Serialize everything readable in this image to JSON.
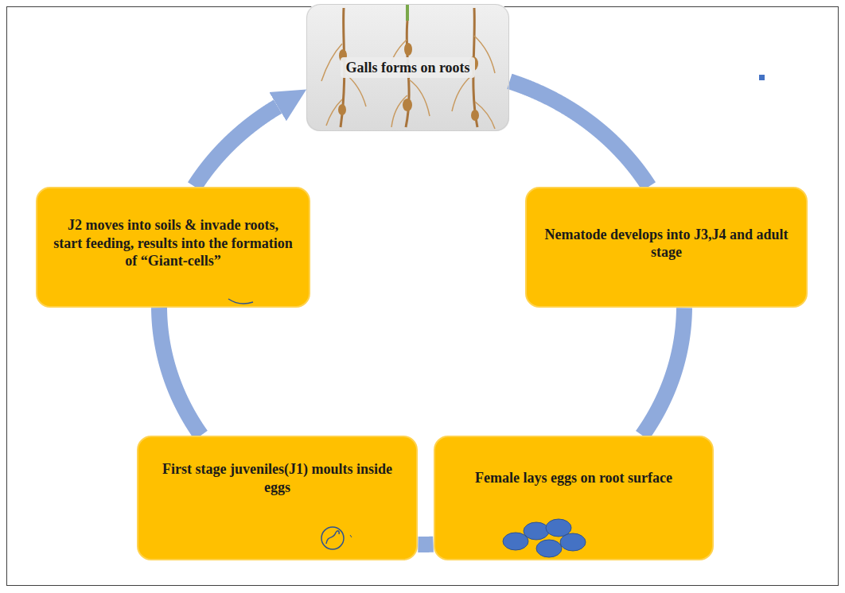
{
  "diagram": {
    "nodes": [
      {
        "text": [
          "Galls forms on roots"
        ]
      },
      {
        "text": [
          "Nematode develops into J3,J4 and adult stage"
        ]
      },
      {
        "text": [
          "Female lays eggs on root surface"
        ]
      },
      {
        "text": [
          "First stage juveniles(J1) moults inside eggs"
        ]
      },
      {
        "text": [
          "J2 moves into soils & invade roots, start feeding, results into the formation of “Giant-cells”"
        ]
      }
    ],
    "edges": [
      {
        "from": 0,
        "to": 1,
        "arrow": "none"
      },
      {
        "from": 1,
        "to": 2,
        "arrow": "none"
      },
      {
        "from": 2,
        "to": 3,
        "arrow": "none"
      },
      {
        "from": 3,
        "to": 4,
        "arrow": "none"
      },
      {
        "from": 4,
        "to": 0,
        "arrow": "to"
      }
    ]
  }
}
